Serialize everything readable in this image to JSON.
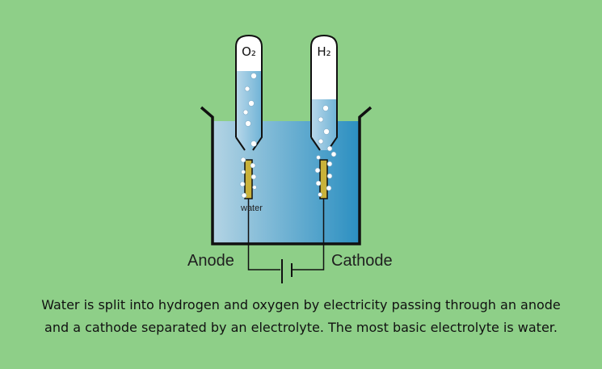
{
  "diagram": {
    "tube_left_label": "O₂",
    "tube_right_label": "H₂",
    "anode_label": "Anode",
    "cathode_label": "Cathode",
    "water_label": "water",
    "caption_lines": [
      "Water is split into hydrogen and oxygen by electricity passing through an anode",
      "and a cathode separated by an electrolyte. The most basic electrolyte is water."
    ]
  },
  "colors": {
    "background": "#8ecf88",
    "water_light": "#b4d4e4",
    "water_dark": "#2b8fc1",
    "electrode": "#c9b23a",
    "outline": "#111111"
  }
}
